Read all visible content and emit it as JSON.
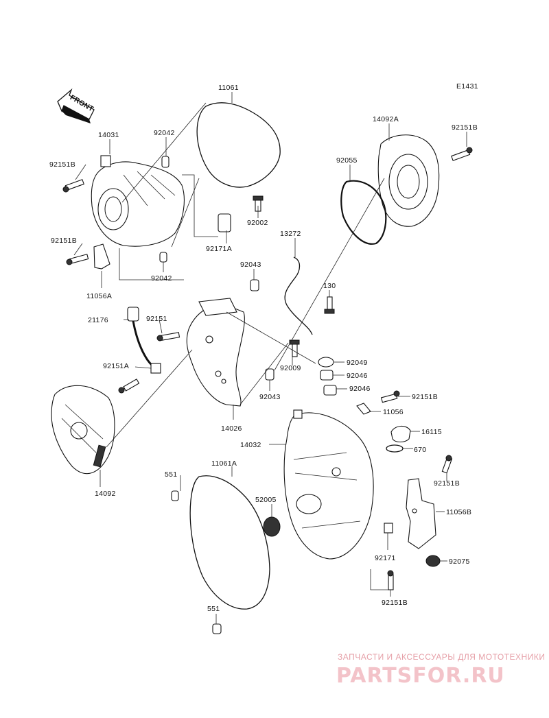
{
  "diagram_code": "E1431",
  "front_label": "FRONT",
  "part_numbers": {
    "p11061": "11061",
    "p14031": "14031",
    "p92042a": "92042",
    "p92151b_1": "92151B",
    "p92002": "92002",
    "p92151b_2": "92151B",
    "p92171a": "92171A",
    "p92042b": "92042",
    "p11056a": "11056A",
    "p14092a": "14092A",
    "p92151b_3": "92151B",
    "p92055": "92055",
    "p13272": "13272",
    "p92043a": "92043",
    "p130": "130",
    "p21176": "21176",
    "p92151": "92151",
    "p92151a": "92151A",
    "p92009": "92009",
    "p92049": "92049",
    "p92046a": "92046",
    "p92046b": "92046",
    "p92043b": "92043",
    "p92151b_4": "92151B",
    "p11056": "11056",
    "p14026": "14026",
    "p14032": "14032",
    "p16115": "16115",
    "p670": "670",
    "p14092": "14092",
    "p551a": "551",
    "p11061a": "11061A",
    "p92151b_5": "92151B",
    "p52005": "52005",
    "p11056b": "11056B",
    "p92171": "92171",
    "p92075": "92075",
    "p92151b_6": "92151B",
    "p551b": "551"
  },
  "watermark": {
    "line1": "ЗАПЧАСТИ И АКСЕССУАРЫ ДЛЯ МОТОТЕХНИКИ",
    "line2": "PARTSFOR.RU"
  }
}
